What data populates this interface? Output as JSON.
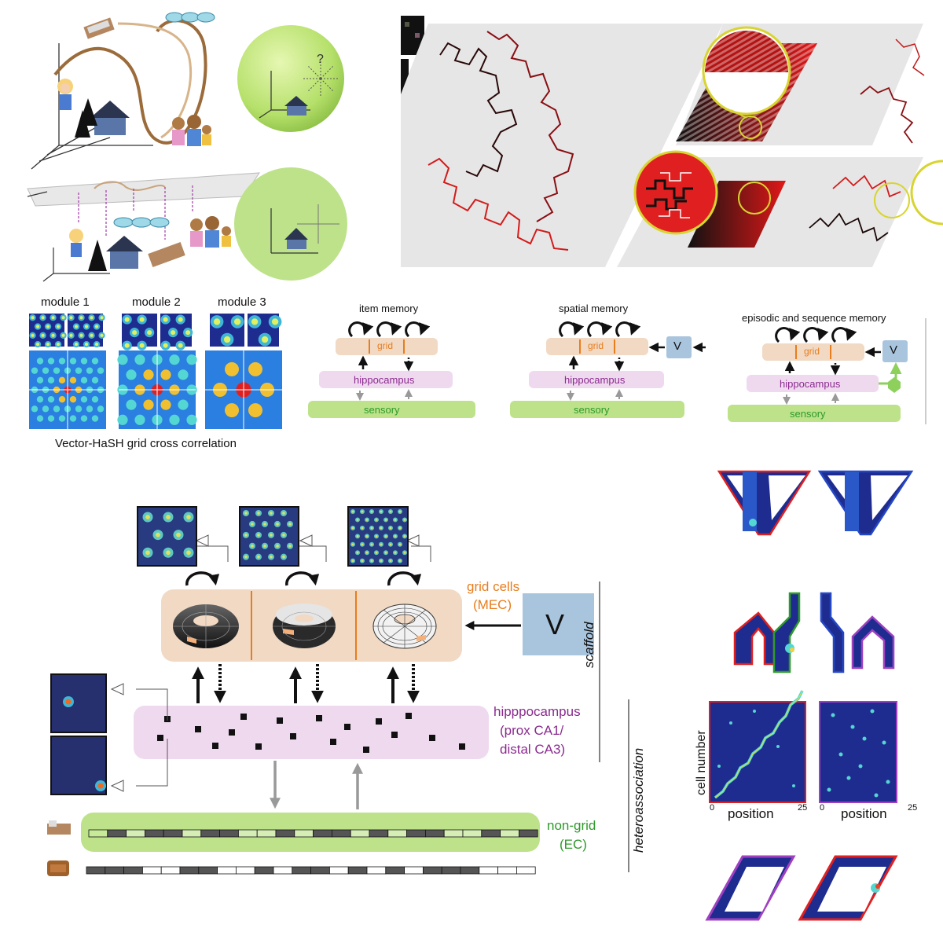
{
  "modules": {
    "m1": "module 1",
    "m2": "module 2",
    "m3": "module 3",
    "caption": "Vector-HaSH grid cross correlation"
  },
  "memory_panels": {
    "item": {
      "title": "item memory",
      "grid": "grid",
      "hippocampus": "hippocampus",
      "sensory": "sensory"
    },
    "spatial": {
      "title": "spatial memory",
      "grid": "grid",
      "hippocampus": "hippocampus",
      "sensory": "sensory",
      "v": "V"
    },
    "episodic": {
      "title": "episodic and sequence memory",
      "grid": "grid",
      "hippocampus": "hippocampus",
      "sensory": "sensory",
      "v": "V"
    }
  },
  "architecture": {
    "grid_label_1": "grid cells",
    "grid_label_2": "(MEC)",
    "v": "V",
    "hpc_label_1": "hipppocampus",
    "hpc_label_2": "(prox CA1/",
    "hpc_label_3": "distal CA3)",
    "ec_label_1": "non-grid",
    "ec_label_2": "(EC)",
    "scaffold": "scaffold",
    "hetero": "heteroassociation"
  },
  "seq_plots": {
    "ylabel": "cell number",
    "xlabel_left": "position",
    "xlabel_right": "position",
    "x0_left": "0",
    "x25_left": "25",
    "x0_right": "0",
    "x25_right": "25"
  },
  "question_mark": "?",
  "colors": {
    "grid_orange": "#e87d1e",
    "grid_box": "#f1d9c4",
    "hpc_purple": "#8b2a8f",
    "hpc_box": "#efd9ef",
    "sensory_green": "#bde28a",
    "ec_green": "#2e9a2a",
    "v_blue": "#a9c4dd",
    "heat_dark": "#1f2c8f",
    "heat_cyan": "#54d6d3",
    "walk_red": "#d31b1b"
  }
}
